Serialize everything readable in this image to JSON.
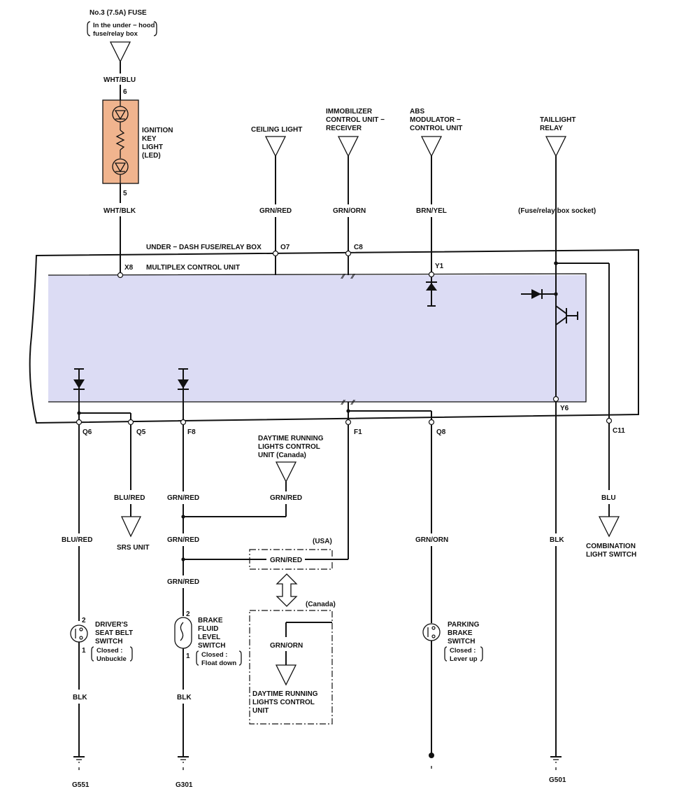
{
  "fuse": {
    "line1": "No.3 (7.5A) FUSE",
    "line2": "In the under − hood",
    "line3": "fuse/relay box"
  },
  "ign": {
    "wire_top": "WHT/BLU",
    "pin_top": "6",
    "pin_bot": "5",
    "wire_bot": "WHT/BLK",
    "l1": "IGNITION",
    "l2": "KEY",
    "l3": "LIGHT",
    "l4": "(LED)"
  },
  "ceiling": {
    "title": "CEILING LIGHT",
    "wire": "GRN/RED",
    "conn": "O7"
  },
  "immob": {
    "l1": "IMMOBILIZER",
    "l2": "CONTROL UNIT −",
    "l3": "RECEIVER",
    "wire": "GRN/ORN",
    "conn": "C8"
  },
  "abs": {
    "l1": "ABS",
    "l2": "MODULATOR −",
    "l3": "CONTROL UNIT",
    "wire": "BRN/YEL",
    "conn": "Y1"
  },
  "tail": {
    "l1": "TAILLIGHT",
    "l2": "RELAY",
    "socket": "(Fuse/relay box socket)"
  },
  "box": {
    "underdash": "UNDER − DASH FUSE/RELAY BOX",
    "mcu": "MULTIPLEX CONTROL UNIT",
    "x8": "X8"
  },
  "conns": {
    "q6": "Q6",
    "q5": "Q5",
    "f8": "F8",
    "f1": "F1",
    "q8": "Q8",
    "c11": "C11",
    "y6": "Y6"
  },
  "drl_top": {
    "l1": "DAYTIME RUNNING",
    "l2": "LIGHTS CONTROL",
    "l3": "UNIT (Canada)",
    "wire": "GRN/RED"
  },
  "wires": {
    "blu_red_q5": "BLU/RED",
    "blu_red_q6": "BLU/RED",
    "grn_red1": "GRN/RED",
    "grn_red2": "GRN/RED",
    "grn_red3": "GRN/RED",
    "grn_red_usa": "GRN/RED",
    "grn_orn_q8": "GRN/ORN",
    "blk_y6": "BLK",
    "blu_c11": "BLU",
    "blk_g551": "BLK",
    "blk_g301": "BLK"
  },
  "srs": "SRS UNIT",
  "usa": "(USA)",
  "canada_box": {
    "title": "(Canada)",
    "wire": "GRN/ORN",
    "l1": "DAYTIME RUNNING",
    "l2": "LIGHTS CONTROL",
    "l3": "UNIT"
  },
  "combo": {
    "l1": "COMBINATION",
    "l2": "LIGHT SWITCH"
  },
  "seat": {
    "pin2": "2",
    "pin1": "1",
    "l1": "DRIVER'S",
    "l2": "SEAT BELT",
    "l3": "SWITCH",
    "l4": "Closed :",
    "l5": "Unbuckle"
  },
  "brake": {
    "pin2": "2",
    "pin1": "1",
    "l1": "BRAKE",
    "l2": "FLUID",
    "l3": "LEVEL",
    "l4": "SWITCH",
    "l5": "Closed :",
    "l6": "Float down"
  },
  "park": {
    "l1": "PARKING",
    "l2": "BRAKE",
    "l3": "SWITCH",
    "l4": "Closed :",
    "l5": "Lever up"
  },
  "grounds": {
    "g551": "G551",
    "g301": "G301",
    "g501": "G501"
  },
  "colors": {
    "unit_fill": "#dcdcf4",
    "led_fill": "#f0b48e",
    "wire": "#111111"
  }
}
